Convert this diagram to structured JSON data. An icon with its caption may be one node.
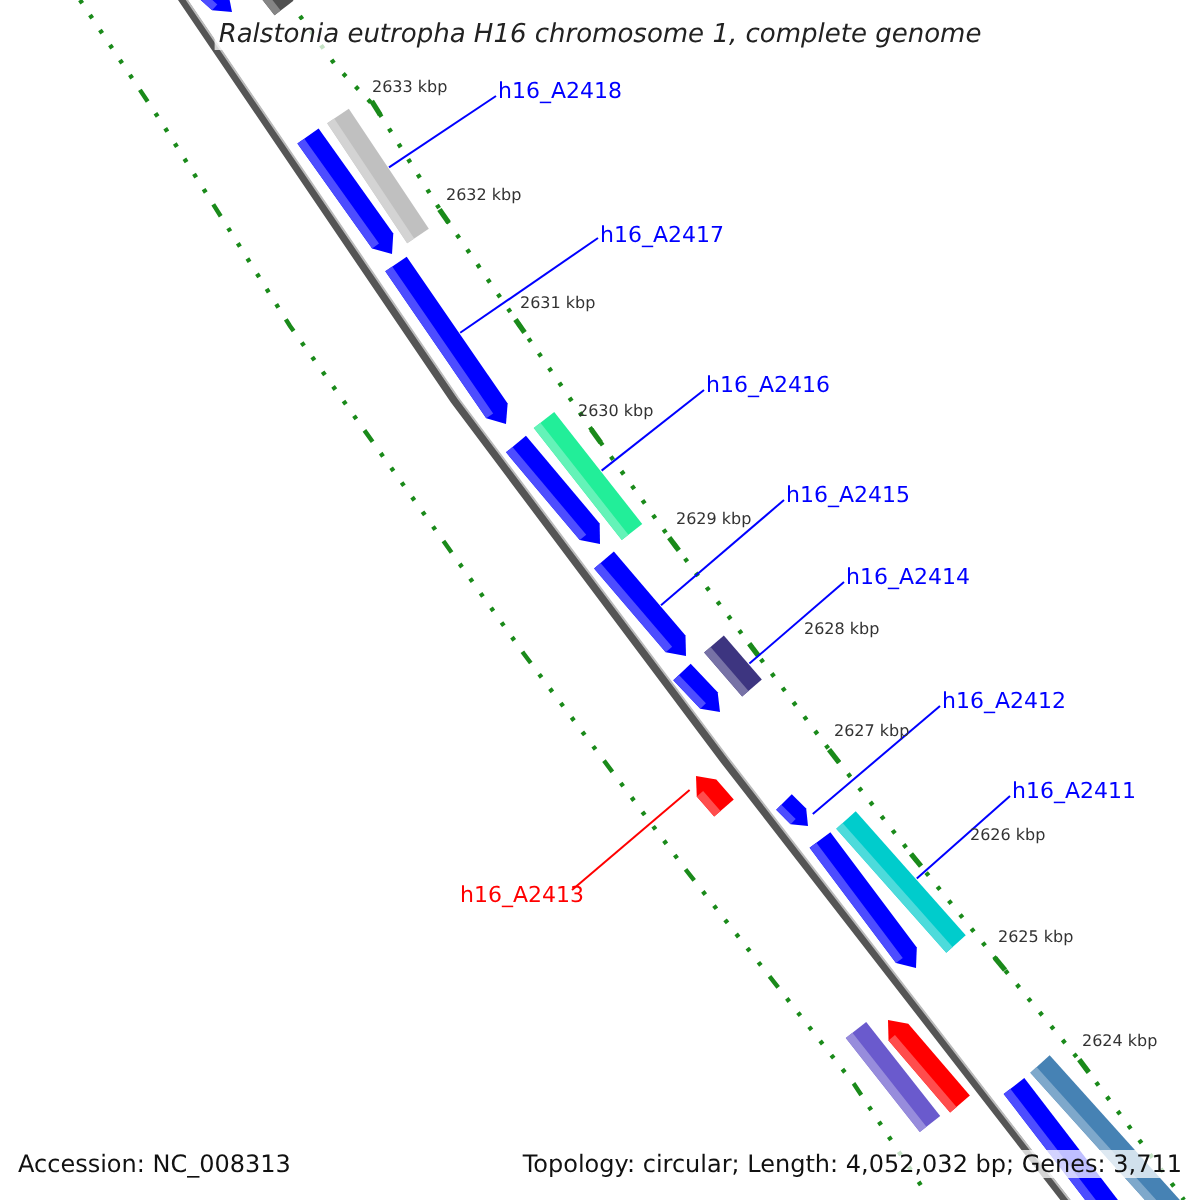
{
  "diagram": {
    "title": "Ralstonia eutropha H16 chromosome 1, complete genome",
    "nodes": [
      {
        "text": [],
        "shape": "pentagon"
      },
      {
        "text": [],
        "shape": "box"
      },
      {
        "text": [
          "h16_A2418"
        ]
      },
      {
        "text": [],
        "shape": "box"
      },
      {
        "text": [],
        "shape": "pentagon"
      },
      {
        "text": [
          "h16_A2417"
        ]
      },
      {
        "text": [],
        "shape": "pentagon"
      },
      {
        "text": [
          "h16_A2416"
        ]
      },
      {
        "text": [],
        "shape": "box"
      },
      {
        "text": [],
        "shape": "pentagon"
      },
      {
        "text": [
          "h16_A2415"
        ]
      },
      {
        "text": [],
        "shape": "pentagon"
      },
      {
        "text": [
          "h16_A2414"
        ]
      },
      {
        "text": [],
        "shape": "box"
      },
      {
        "text": [],
        "shape": "pentagon"
      },
      {
        "text": [
          "h16_A2412"
        ]
      },
      {
        "text": [],
        "shape": "pentagon"
      },
      {
        "text": [],
        "shape": "pentagon"
      },
      {
        "text": [
          "h16_A2411"
        ]
      },
      {
        "text": [],
        "shape": "box"
      },
      {
        "text": [
          "h16_A2413"
        ]
      },
      {
        "text": [],
        "shape": "pentagon"
      },
      {
        "text": [],
        "shape": "box"
      },
      {
        "text": [],
        "shape": "pentagon"
      },
      {
        "text": [],
        "shape": "pentagon"
      },
      {
        "text": [],
        "shape": "box"
      }
    ],
    "edges": [
      {
        "from": 2,
        "to": 3,
        "arrow": "none"
      },
      {
        "from": 5,
        "to": 6,
        "arrow": "none"
      },
      {
        "from": 7,
        "to": 8,
        "arrow": "none"
      },
      {
        "from": 10,
        "to": 11,
        "arrow": "none"
      },
      {
        "from": 12,
        "to": 13,
        "arrow": "none"
      },
      {
        "from": 15,
        "to": 17,
        "arrow": "none"
      },
      {
        "from": 18,
        "to": 19,
        "arrow": "none"
      },
      {
        "from": 20,
        "to": 16,
        "arrow": "none",
        "color": "#ff0000"
      }
    ],
    "labels": [
      "2633 kbp",
      "2632 kbp",
      "2631 kbp",
      "2630 kbp",
      "2629 kbp",
      "2628 kbp",
      "2627 kbp",
      "2626 kbp",
      "2625 kbp",
      "2624 kbp",
      "Accession: NC_008313",
      "Topology: circular; Length: 4,052,032 bp; Genes: 3,711"
    ]
  }
}
